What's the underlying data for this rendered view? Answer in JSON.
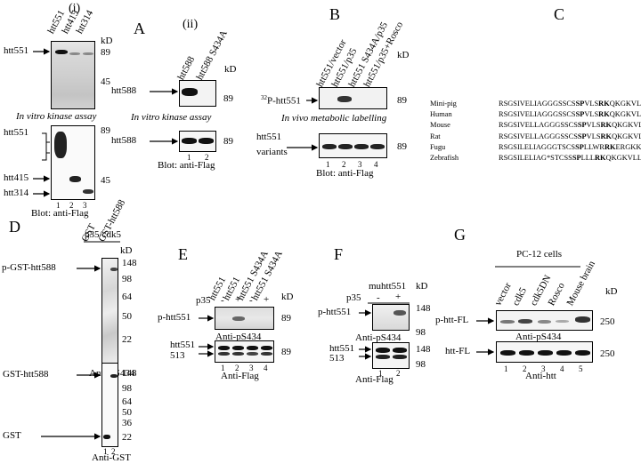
{
  "panelA": {
    "letter": "A",
    "roman_i": "(i)",
    "roman_ii": "(ii)",
    "kinase_label": "In vitro kinase assay",
    "blot_label": "Blot: anti-Flag",
    "i_lanes": [
      "htt551",
      "htt415",
      "htt314"
    ],
    "i_lane_numbers": [
      "1",
      "2",
      "3"
    ],
    "i_row_labels": [
      "htt551",
      "htt551",
      "htt415",
      "htt314"
    ],
    "i_kd_top": [
      "kD",
      "89",
      "45"
    ],
    "i_kd_bottom": [
      "89",
      "45"
    ],
    "ii_lanes": [
      "htt588",
      "htt588 S434A"
    ],
    "ii_lane_numbers": [
      "1",
      "2"
    ],
    "ii_row_labels": [
      "htt588",
      "htt588"
    ],
    "ii_kd": [
      "kD",
      "89",
      "89"
    ]
  },
  "panelB": {
    "letter": "B",
    "lanes": [
      "htt551/vector",
      "htt551/p35",
      "htt551 S434A/p35",
      "htt551/p35+Rosco"
    ],
    "lane_numbers": [
      "1",
      "2",
      "3",
      "4"
    ],
    "p32_sup": "32",
    "p32_label": "P-htt551",
    "metabolic_label": "In vivo metabolic labelling",
    "variants_label_1": "htt551",
    "variants_label_2": "variants",
    "blot_label": "Blot: anti-Flag",
    "kd": [
      "kD",
      "89",
      "89"
    ]
  },
  "panelC": {
    "letter": "C",
    "species": [
      "Mini-pig",
      "Human",
      "Mouse",
      "Rat",
      "Fugu",
      "Zebrafish"
    ],
    "sequences": [
      {
        "pre": "RSGSIVELIAGGGSSCS",
        "b1": "SP",
        "mid": "VLS",
        "b2": "RK",
        "post": "QKGKVLLG"
      },
      {
        "pre": "RSGSIVELIAGGGSSCS",
        "b1": "SP",
        "mid": "VLS",
        "b2": "RK",
        "post": "QKGKVLLG"
      },
      {
        "pre": "RSGSIVELLAGGGSSCS",
        "b1": "SP",
        "mid": "VLS",
        "b2": "RK",
        "post": "QKGKVLLG"
      },
      {
        "pre": "RSGSIVELLAGGGSSCS",
        "b1": "SP",
        "mid": "VLS",
        "b2": "RK",
        "post": "QKGKVLLG"
      },
      {
        "pre": "RSGSILELIAGGGTSCS",
        "b1": "SP",
        "mid": "LLWR",
        "b2": "RK",
        "post": "ERGKKLSG"
      },
      {
        "pre": "RSGSILELIAG*STCSS",
        "b1": "SP",
        "mid": "LLL",
        "b2": "RK",
        "post": "QKGKVLLSG"
      }
    ]
  },
  "panelD": {
    "letter": "D",
    "header": "p35/cdk5",
    "lanes": [
      "GST",
      "GST-htt588"
    ],
    "lane_numbers": [
      "1",
      "2"
    ],
    "top_row_label": "p-GST-htt588",
    "top_antibody": "Anti-pS434",
    "bottom_row_labels": [
      "GST-htt588",
      "GST"
    ],
    "bottom_antibody": "Anti-GST",
    "kd_top": [
      "kD",
      "148",
      "98",
      "64",
      "50",
      "22"
    ],
    "kd_bottom": [
      "148",
      "98",
      "64",
      "50",
      "36",
      "22"
    ]
  },
  "panelE": {
    "letter": "E",
    "lanes": [
      "htt551",
      "htt551",
      "htt551 S434A",
      "htt551 S434A"
    ],
    "p35_label": "p35",
    "p35_signs": [
      "-",
      "+",
      "-",
      "+"
    ],
    "lane_numbers": [
      "1",
      "2",
      "3",
      "4"
    ],
    "top_row_label": "p-htt551",
    "top_antibody": "Anti-pS434",
    "bottom_row_labels": [
      "htt551",
      "513"
    ],
    "bottom_antibody": "Anti-Flag",
    "kd": [
      "kD",
      "89",
      "89"
    ]
  },
  "panelF": {
    "letter": "F",
    "header": "muhtt551",
    "p35_label": "p35",
    "p35_signs": [
      "-",
      "+"
    ],
    "lane_numbers": [
      "1",
      "2"
    ],
    "top_row_label": "p-htt551",
    "top_antibody": "Anti-pS434",
    "bottom_row_labels": [
      "htt551",
      "513"
    ],
    "bottom_antibody": "Anti-Flag",
    "kd": [
      "kD",
      "148",
      "98",
      "148",
      "98"
    ]
  },
  "panelG": {
    "letter": "G",
    "header": "PC-12 cells",
    "lanes": [
      "vector",
      "cdk5",
      "cdk5DN",
      "Rosco",
      "Mouse brain"
    ],
    "lane_numbers": [
      "1",
      "2",
      "3",
      "4",
      "5"
    ],
    "top_row_label": "p-htt-FL",
    "top_antibody": "Anti-pS434",
    "bottom_row_label": "htt-FL",
    "bottom_antibody": "Anti-htt",
    "kd": [
      "kD",
      "250",
      "250"
    ]
  }
}
